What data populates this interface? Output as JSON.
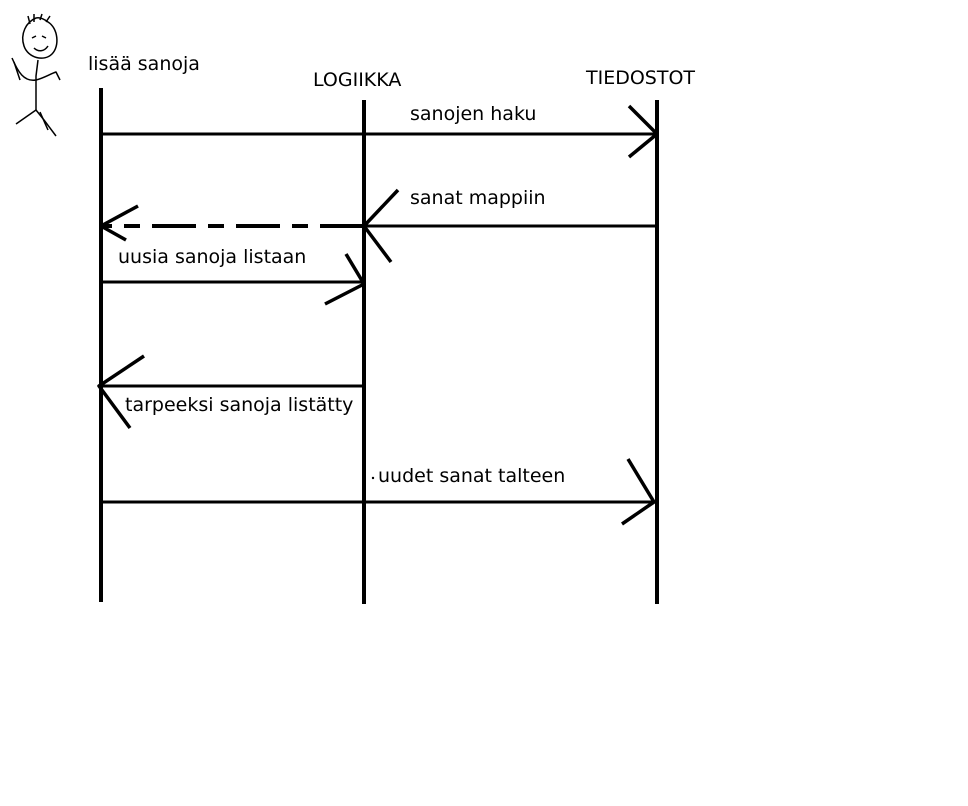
{
  "diagram": {
    "actor_label": "lisää sanoja",
    "lifelines": [
      {
        "id": "logic",
        "label": "LOGIIKKA"
      },
      {
        "id": "files",
        "label": "TIEDOSTOT"
      }
    ],
    "messages": [
      {
        "label": "sanojen haku",
        "from": "user",
        "to": "files",
        "style": "solid"
      },
      {
        "label": "sanat mappiin",
        "from": "files",
        "to": "user",
        "style": "solid-then-dashed"
      },
      {
        "label": "uusia sanoja listaan",
        "from": "user",
        "to": "logic",
        "style": "solid"
      },
      {
        "label": "tarpeeksi sanoja listätty",
        "from": "logic",
        "to": "user",
        "style": "solid"
      },
      {
        "label": "uudet sanat talteen",
        "from": "user",
        "to": "files",
        "style": "solid"
      }
    ],
    "colors": {
      "ink": "#000000",
      "background": "#ffffff"
    }
  }
}
